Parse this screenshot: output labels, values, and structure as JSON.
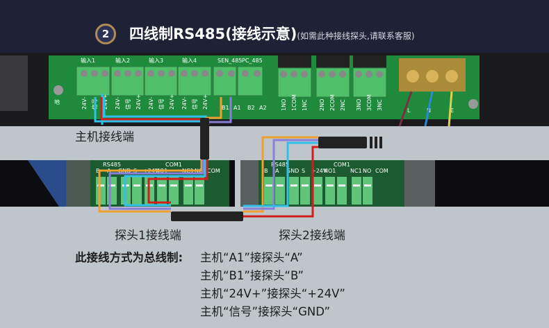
{
  "header": {
    "step_number": "2",
    "title": "四线制RS485(接线示意)",
    "subtitle": "(如需此种接线探头,请联系客服)"
  },
  "host_board": {
    "input_groups": [
      "输入1",
      "输入2",
      "输入3",
      "输入4",
      "SEN_485",
      "PC_485"
    ],
    "terminal_labels": [
      "24V-",
      "信号",
      "24V+",
      "24V-",
      "信号",
      "24V+",
      "24V-",
      "信号",
      "24V+",
      "24V-",
      "信号",
      "24V+",
      "B1",
      "A1",
      "B2",
      "A2"
    ],
    "relay_labels": [
      "1NO",
      "1COM",
      "1NC",
      "2NO",
      "2COM",
      "2NC",
      "3NO",
      "3COM",
      "3NC"
    ],
    "power_labels": [
      "L",
      "N",
      "E"
    ],
    "ground_label": "地"
  },
  "probe_board": {
    "top_labels": [
      "RS485",
      "COM1"
    ],
    "terminal_labels": [
      "B",
      "A",
      "GND",
      "S",
      "+24V",
      "NO1",
      "NC1",
      "NO",
      "COM"
    ]
  },
  "labels": {
    "host": "主机接线端",
    "probe1": "探头1接线端",
    "probe2": "探头2接线端"
  },
  "notes": {
    "heading": "此接线方式为总线制:",
    "lines": [
      "主机“A1”接探头“A”",
      "主机“B1”接探头“B”",
      "主机“24V+”接探头“+24V”",
      "主机“信号”接探头“GND”"
    ]
  },
  "colors": {
    "header_bg": "#1f2136",
    "wire_orange": "#f0a030",
    "wire_purple": "#8a7fd8",
    "wire_cyan": "#30c0ea",
    "wire_red": "#d01e1e",
    "pcb_green": "#1f8a3c",
    "terminal_green": "#4fbf6a"
  }
}
